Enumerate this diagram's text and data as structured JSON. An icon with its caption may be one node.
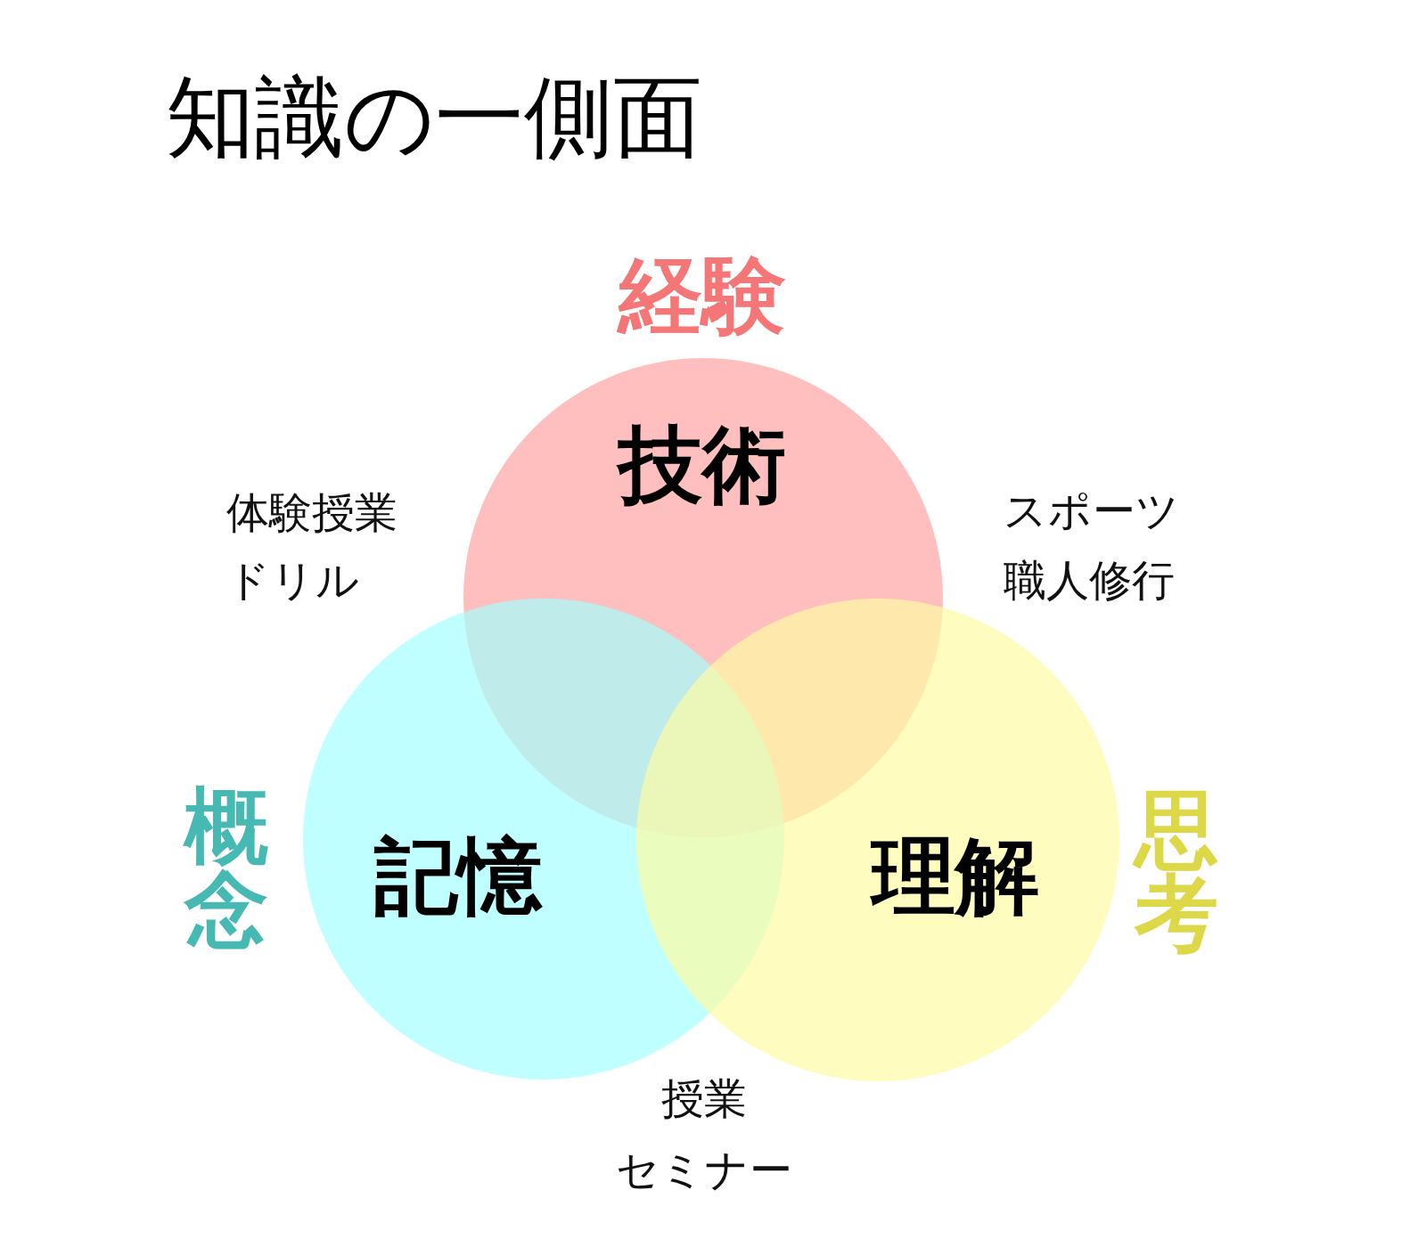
{
  "diagram": {
    "title": "知識の一側面",
    "nodes": [
      {
        "text": [
          "経験",
          "技術"
        ]
      },
      {
        "text": [
          "概念",
          "記憶"
        ]
      },
      {
        "text": [
          "理解",
          "思考"
        ]
      }
    ],
    "labels": [
      "体験授業",
      "ドリル",
      "スポーツ",
      "職人修行",
      "授業",
      "セミナー"
    ]
  }
}
